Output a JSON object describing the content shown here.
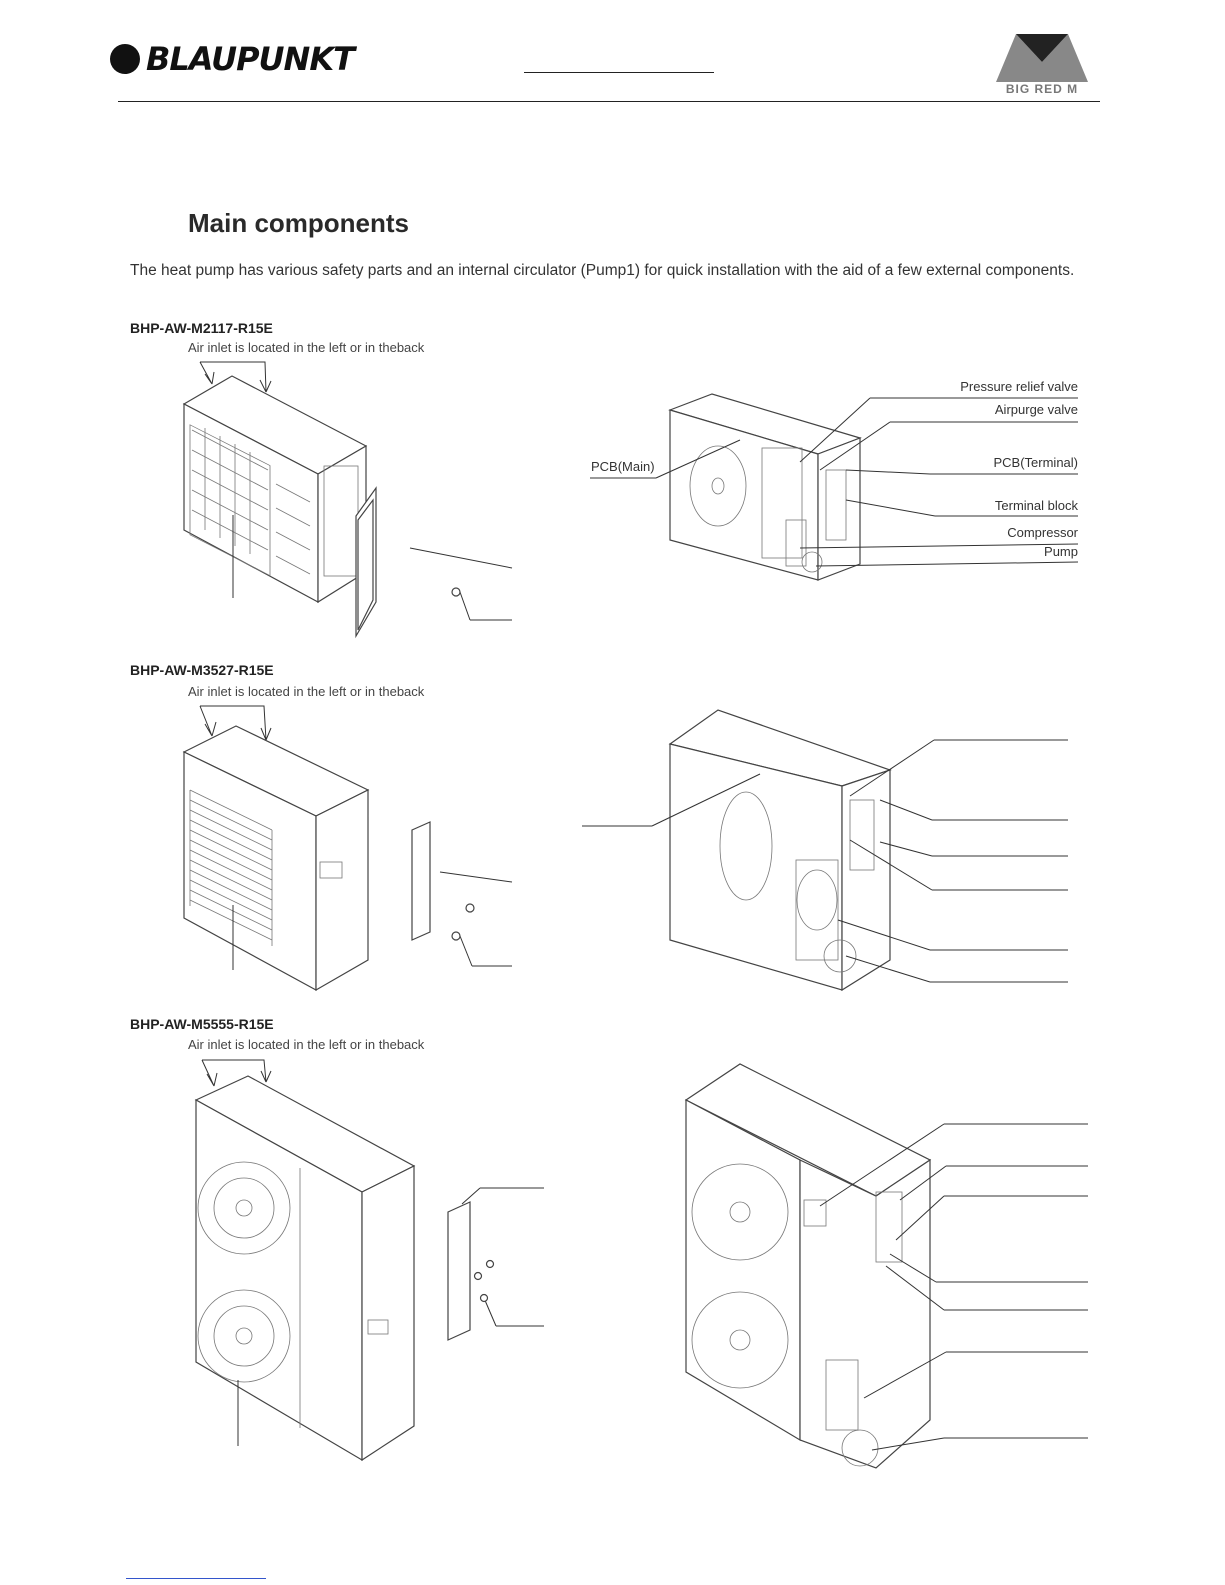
{
  "header": {
    "brand": "BLAUPUNKT",
    "partner_brand": "BIG RED M"
  },
  "section": {
    "title": "Main components",
    "intro": "The heat pump has various safety parts and an internal circulator (Pump1) for quick installation with the aid of a few external components."
  },
  "models": [
    {
      "name": "BHP-AW-M2117-R15E",
      "air_inlet_note": "Air inlet is located in the left or in theback",
      "labels": {
        "pcb_main": "PCB(Main)",
        "pressure_relief_valve": "Pressure relief valve",
        "airpurge_valve": "Airpurge valve",
        "pcb_terminal": "PCB(Terminal)",
        "terminal_block": "Terminal block",
        "compressor": "Compressor",
        "pump": "Pump"
      }
    },
    {
      "name": "BHP-AW-M3527-R15E",
      "air_inlet_note": "Air inlet is located in the left or in theback"
    },
    {
      "name": "BHP-AW-M5555-R15E",
      "air_inlet_note": "Air inlet is located in the left or in theback"
    }
  ]
}
